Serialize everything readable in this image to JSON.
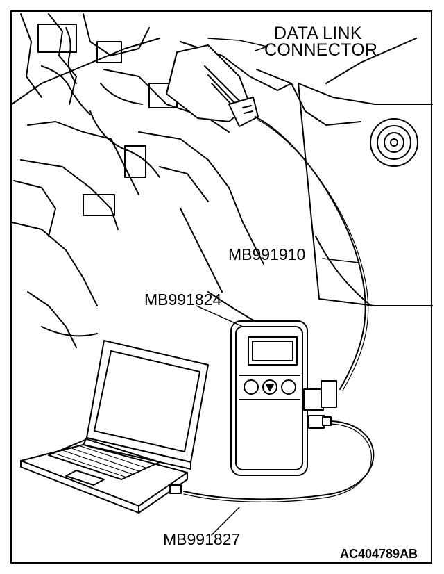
{
  "labels": {
    "data_link_line1": "DATA LINK",
    "data_link_line2": "CONNECTOR",
    "mb991910": "MB991910",
    "mb991824": "MB991824",
    "mb991827": "MB991827",
    "figure_ref": "AC404789AB"
  },
  "colors": {
    "ink": "#000000",
    "paper": "#ffffff"
  }
}
